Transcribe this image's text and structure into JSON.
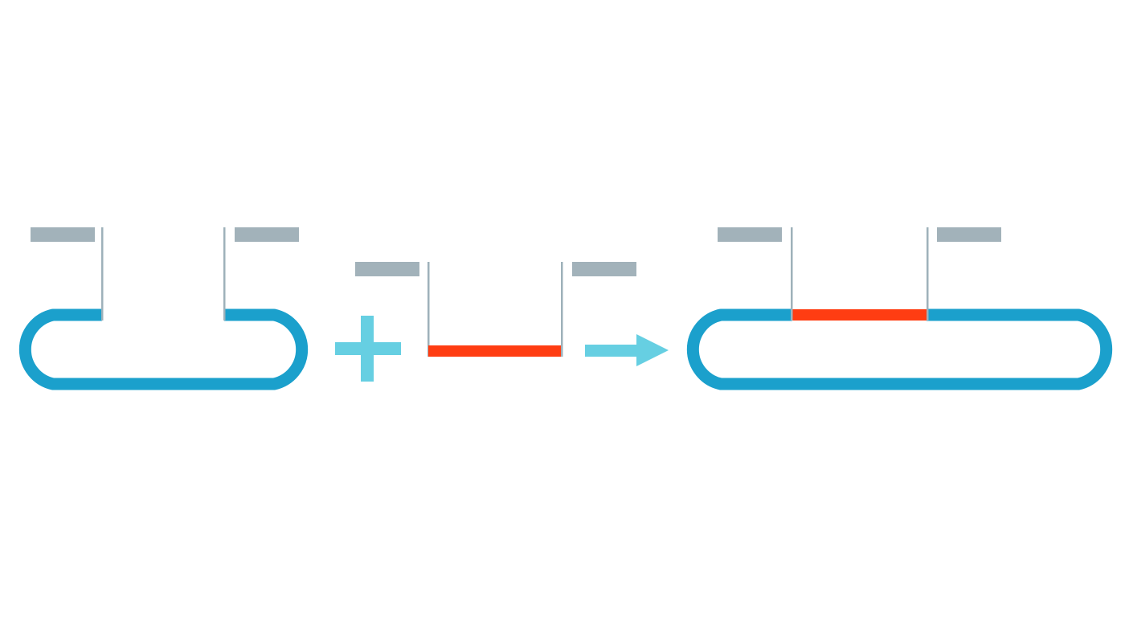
{
  "colors": {
    "background": "#ffffff",
    "vector_backbone": "#1ba0cc",
    "insert_fragment": "#ff3d12",
    "sticky_end_overhang": "#a2b2ba",
    "strand_line": "#9eb1ba",
    "operator_plus": "#66cfe2",
    "operator_arrow": "#66cfe2"
  },
  "elements": {
    "cut_vector": "open-plasmid-with-sticky-ends",
    "insert": "dna-insert-with-sticky-ends",
    "plus_operator": "plus-icon",
    "arrow_operator": "arrow-right-icon",
    "recombinant": "recombinant-plasmid"
  }
}
